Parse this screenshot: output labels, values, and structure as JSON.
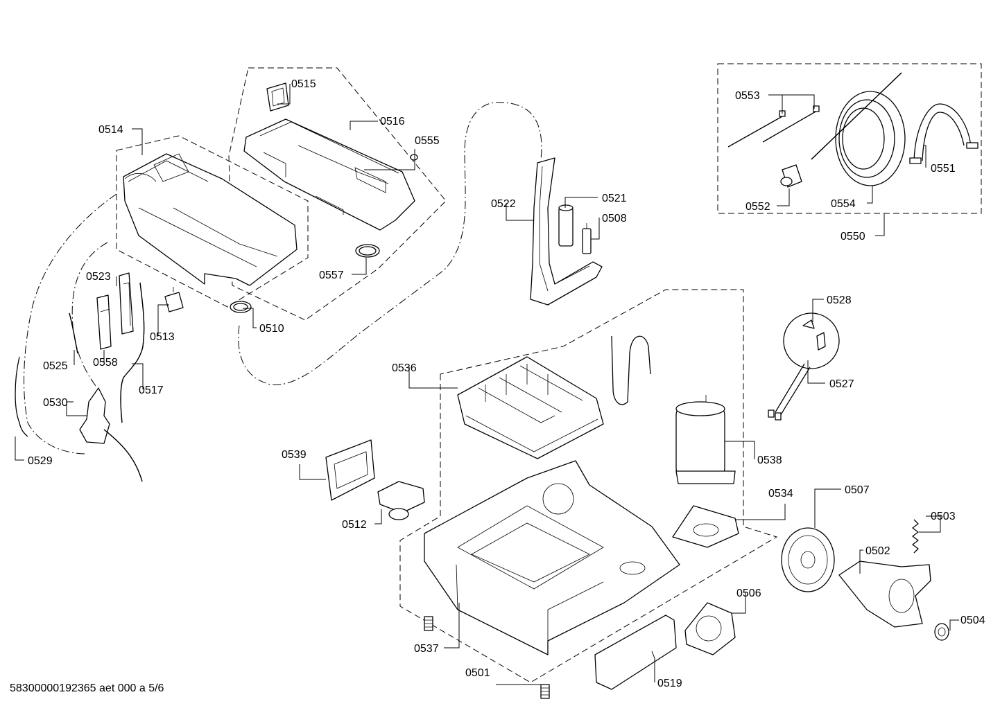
{
  "document_id": "58300000192365 aet 000 a 5/6",
  "callouts": [
    {
      "id": "c0515",
      "label": "0515"
    },
    {
      "id": "c0516",
      "label": "0516"
    },
    {
      "id": "c0555",
      "label": "0555"
    },
    {
      "id": "c0514",
      "label": "0514"
    },
    {
      "id": "c0557",
      "label": "0557"
    },
    {
      "id": "c0510",
      "label": "0510"
    },
    {
      "id": "c0523",
      "label": "0523"
    },
    {
      "id": "c0513",
      "label": "0513"
    },
    {
      "id": "c0525",
      "label": "0525"
    },
    {
      "id": "c0558",
      "label": "0558"
    },
    {
      "id": "c0517",
      "label": "0517"
    },
    {
      "id": "c0530",
      "label": "0530"
    },
    {
      "id": "c0529",
      "label": "0529"
    },
    {
      "id": "c0522",
      "label": "0522"
    },
    {
      "id": "c0521",
      "label": "0521"
    },
    {
      "id": "c0508",
      "label": "0508"
    },
    {
      "id": "c0553",
      "label": "0553"
    },
    {
      "id": "c0551",
      "label": "0551"
    },
    {
      "id": "c0552",
      "label": "0552"
    },
    {
      "id": "c0554",
      "label": "0554"
    },
    {
      "id": "c0550",
      "label": "0550"
    },
    {
      "id": "c0528",
      "label": "0528"
    },
    {
      "id": "c0527",
      "label": "0527"
    },
    {
      "id": "c0536",
      "label": "0536"
    },
    {
      "id": "c0538",
      "label": "0538"
    },
    {
      "id": "c0539",
      "label": "0539"
    },
    {
      "id": "c0512",
      "label": "0512"
    },
    {
      "id": "c0534",
      "label": "0534"
    },
    {
      "id": "c0507",
      "label": "0507"
    },
    {
      "id": "c0503",
      "label": "0503"
    },
    {
      "id": "c0502",
      "label": "0502"
    },
    {
      "id": "c0506",
      "label": "0506"
    },
    {
      "id": "c0504",
      "label": "0504"
    },
    {
      "id": "c0537",
      "label": "0537"
    },
    {
      "id": "c0501",
      "label": "0501"
    },
    {
      "id": "c0519",
      "label": "0519"
    }
  ]
}
